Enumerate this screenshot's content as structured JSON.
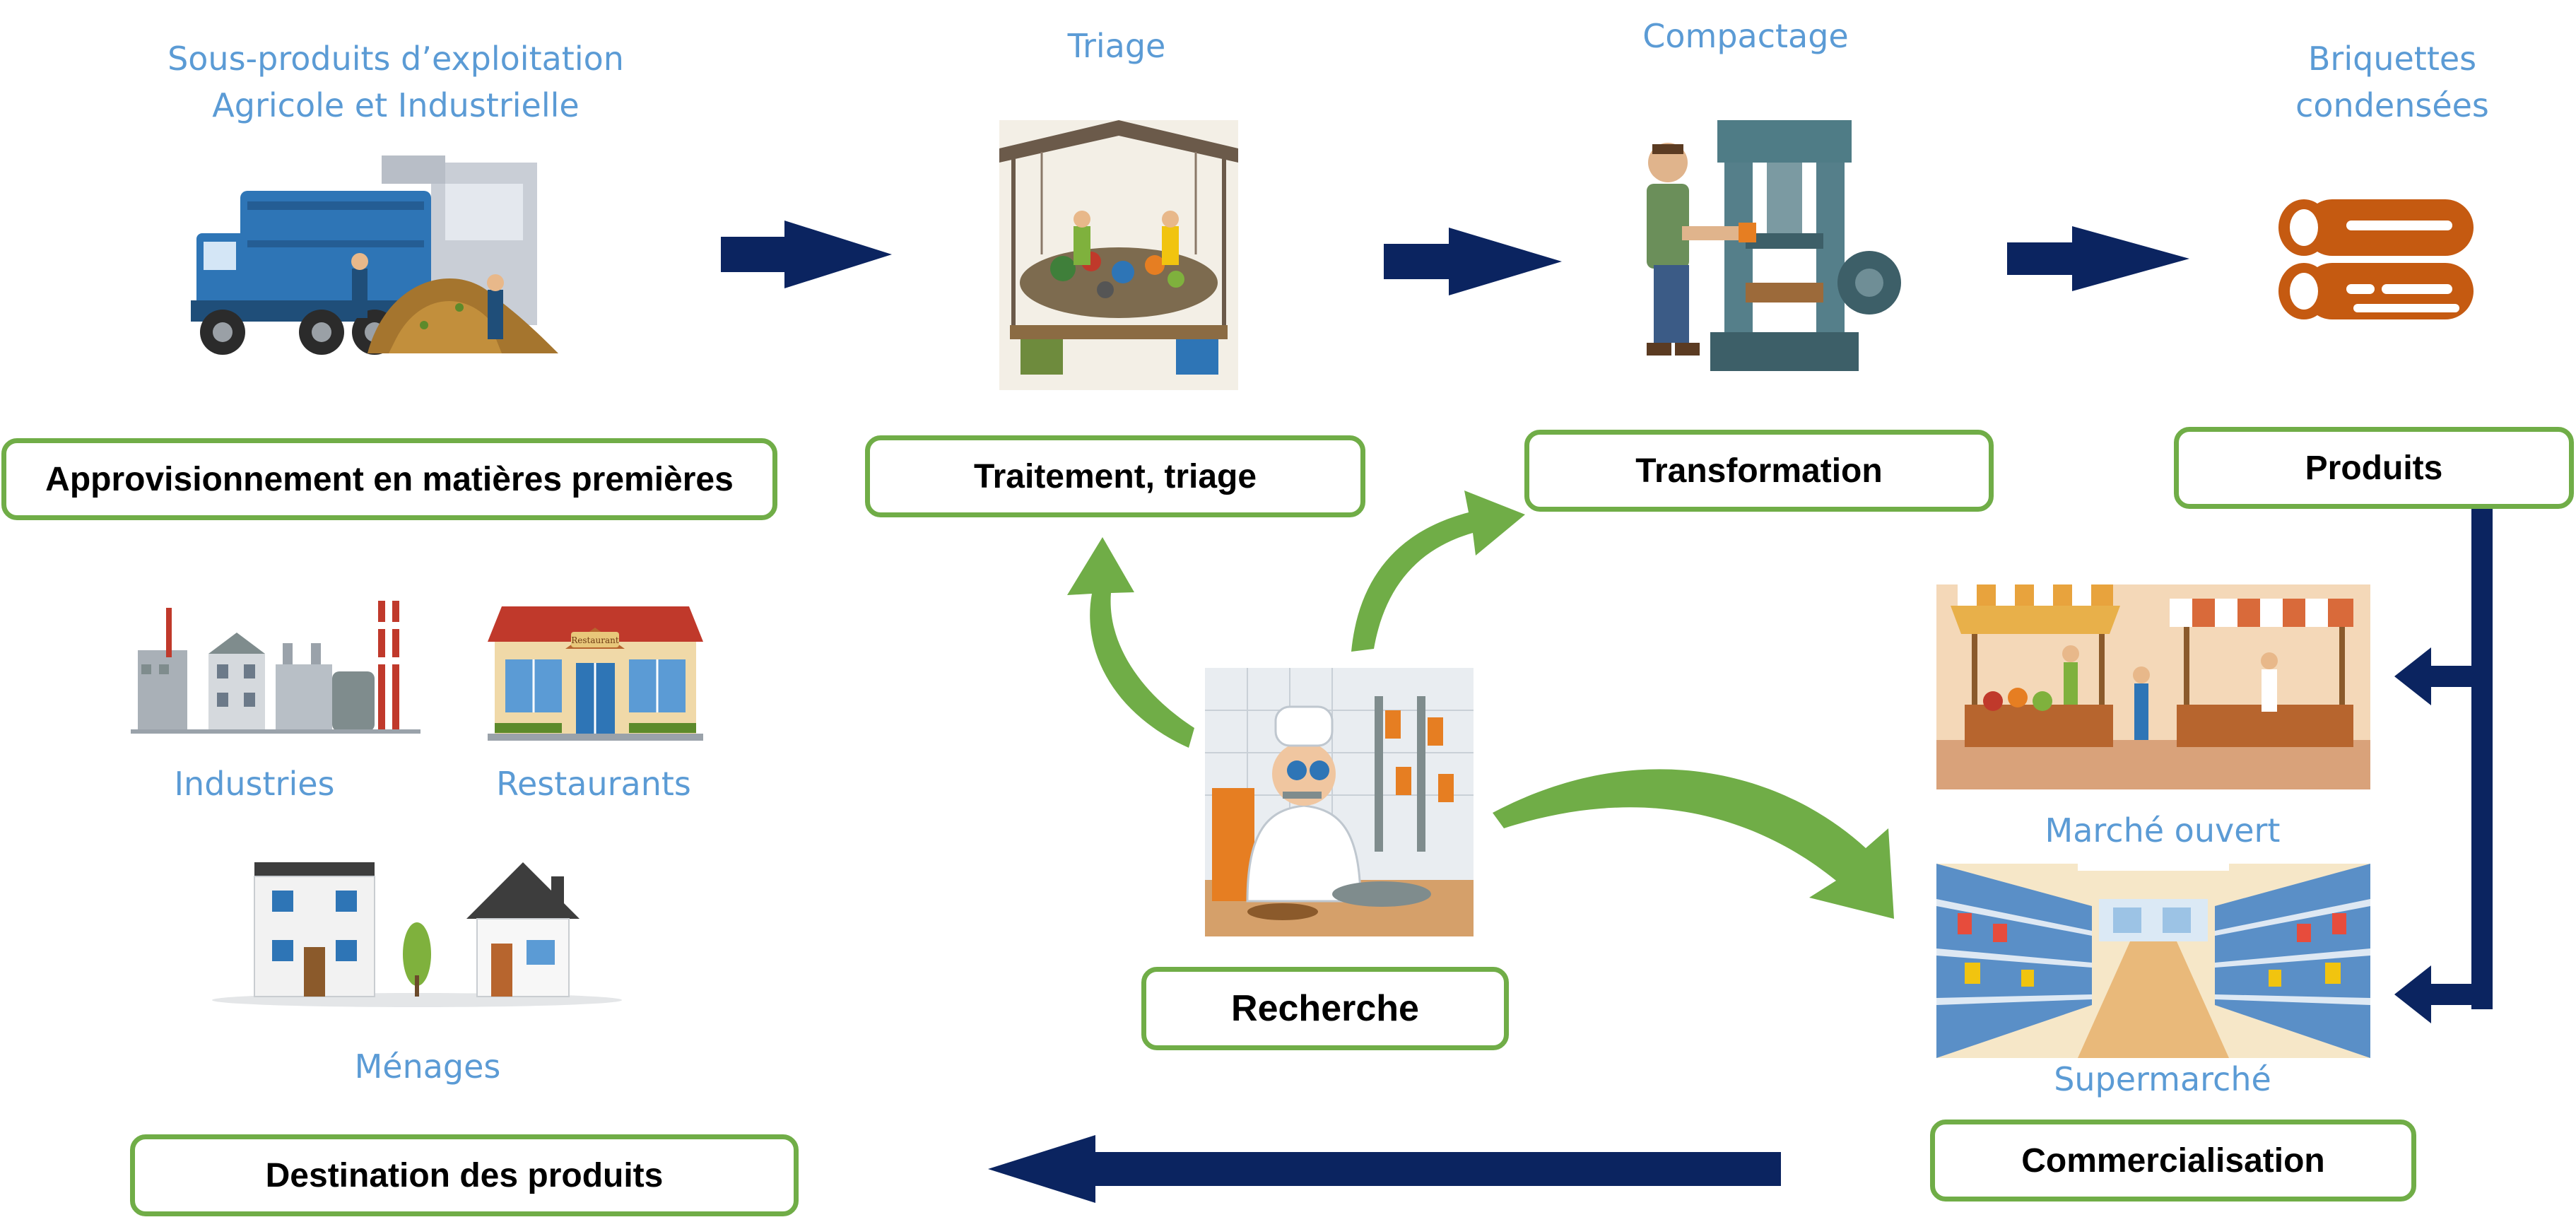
{
  "stages": {
    "supply": {
      "caption": "Sous-produits d’exploitation Agricole et Industrielle",
      "caption_line1": "Sous-produits d’exploitation",
      "caption_line2": "Agricole et Industrielle",
      "box": "Approvisionnement en matières premières"
    },
    "sorting": {
      "caption": "Triage",
      "box": "Traitement, triage"
    },
    "transform": {
      "caption": "Compactage",
      "box": "Transformation"
    },
    "products": {
      "caption": "Briquettes condensées",
      "caption_line1": "Briquettes",
      "caption_line2": "condensées",
      "box": "Produits"
    },
    "research": {
      "box": "Recherche"
    },
    "commerce": {
      "box": "Commercialisation",
      "market": "Marché ouvert",
      "supermarket": "Supermarché"
    },
    "destination": {
      "box": "Destination des produits",
      "industries": "Industries",
      "restaurants": "Restaurants",
      "households": "Ménages",
      "restaurant_sign": "Restaurant"
    }
  },
  "colors": {
    "caption": "#5b9bd5",
    "box_border": "#70ad47",
    "arrow_navy": "#0b2460",
    "arrow_green": "#70ad47",
    "briquette": "#c55a11",
    "truck": "#2e75b6"
  },
  "icons": [
    "garbage-truck-icon",
    "sorting-station-icon",
    "press-machine-icon",
    "briquette-logs-icon",
    "scientist-icon",
    "market-stalls-icon",
    "supermarket-aisle-icon",
    "factory-icon",
    "restaurant-building-icon",
    "house-icon"
  ]
}
